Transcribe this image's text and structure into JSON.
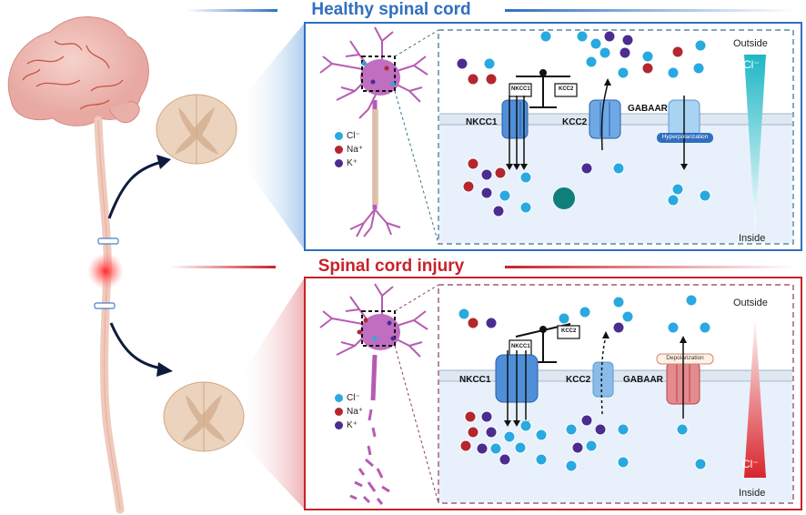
{
  "titles": {
    "healthy": "Healthy spinal cord",
    "injury": "Spinal cord injury"
  },
  "legend": {
    "cl": "Cl⁻",
    "na": "Na⁺",
    "k": "K⁺"
  },
  "transporters": {
    "nkcc1": "NKCC1",
    "kcc2": "KCC2",
    "gabaar": "GABAAR"
  },
  "scale": {
    "nkcc1": "NKCC1",
    "kcc2": "KCC2"
  },
  "channel_state": {
    "healthy": "Hyperpolarization",
    "injury": "Depolarization"
  },
  "gradient": {
    "outside": "Outside",
    "inside": "Inside",
    "ion": "Cl⁻"
  },
  "colors": {
    "healthy": "#2f6fc0",
    "injury": "#c7222a",
    "cl": "#29a9e0",
    "na": "#b3272d",
    "k": "#4b2d8f",
    "neuron": "#b65bb3",
    "cell_bg": "#e8f1fb"
  }
}
